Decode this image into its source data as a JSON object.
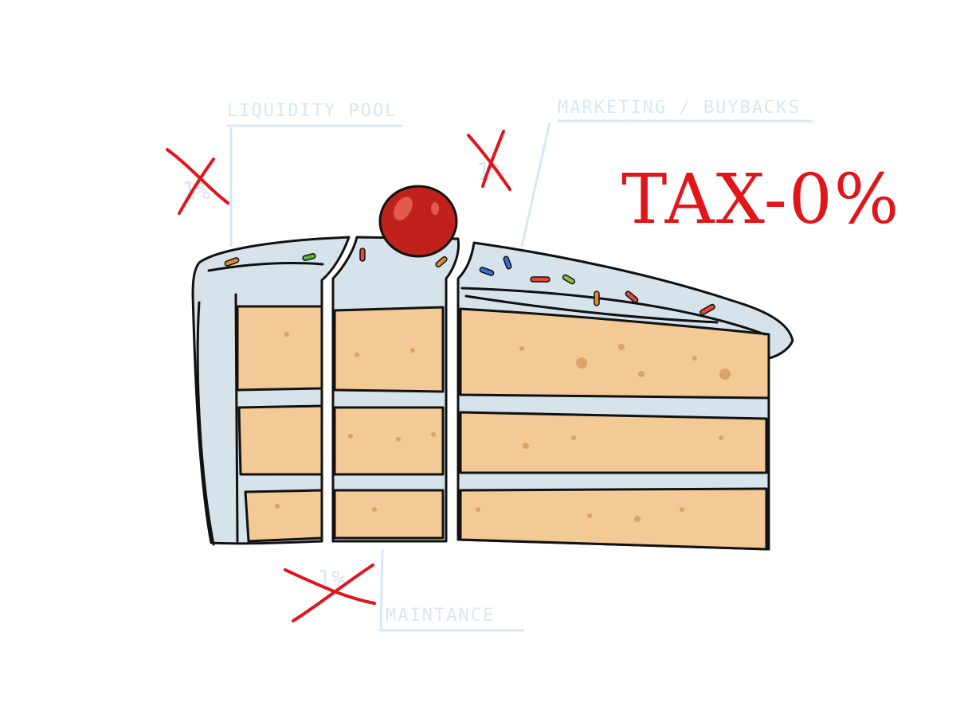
{
  "labels": {
    "liquidity_pool": "LIQUIDITY POOL",
    "marketing_buybacks": "MARKETING / BUYBACKS",
    "maintenance": "MAINTANCE"
  },
  "percentages": {
    "liquidity_pool": "1%",
    "marketing_buybacks": "1%",
    "maintenance": "1%"
  },
  "headline": "TAX-0%",
  "colors": {
    "cake_sponge": "#f3c996",
    "frosting": "#d7e3ea",
    "cherry": "#c0211a",
    "outline": "#111111",
    "strike_red": "#e0161b",
    "faint_blue": "#d7e7f5"
  }
}
